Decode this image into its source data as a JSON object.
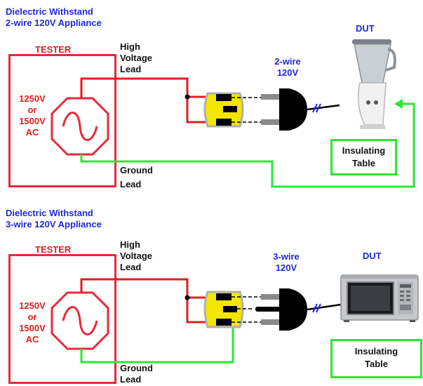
{
  "colors": {
    "title": "#1e2bd6",
    "tester": "#e8293a",
    "high_voltage_wire": "#e01e1e",
    "ground_wire": "#2be830",
    "outlet": "#f2e600",
    "plug": "#000000"
  },
  "section_2wire": {
    "title_line1": "Dielectric Withstand",
    "title_line2": "2-wire 120V Appliance",
    "tester_label": "TESTER",
    "source_label": [
      "1250V",
      "or",
      "1500V",
      "AC"
    ],
    "hv_lead_label": [
      "High",
      "Voltage",
      "Lead"
    ],
    "ground_lead_label": [
      "Ground",
      "Lead"
    ],
    "cord_label": [
      "2-wire",
      "120V"
    ],
    "dut_label": "DUT",
    "insulating_table_label": [
      "Insulating",
      "Table"
    ],
    "dut_icon": "blender-icon"
  },
  "section_3wire": {
    "title_line1": "Dielectric Withstand",
    "title_line2": "3-wire 120V Appliance",
    "tester_label": "TESTER",
    "source_label": [
      "1250V",
      "or",
      "1500V",
      "AC"
    ],
    "hv_lead_label": [
      "High",
      "Voltage",
      "Lead"
    ],
    "ground_lead_label": [
      "Ground",
      "Lead"
    ],
    "cord_label": [
      "3-wire",
      "120V"
    ],
    "dut_label": "DUT",
    "insulating_table_label": [
      "Insulating",
      "Table"
    ],
    "dut_icon": "microwave-icon"
  }
}
